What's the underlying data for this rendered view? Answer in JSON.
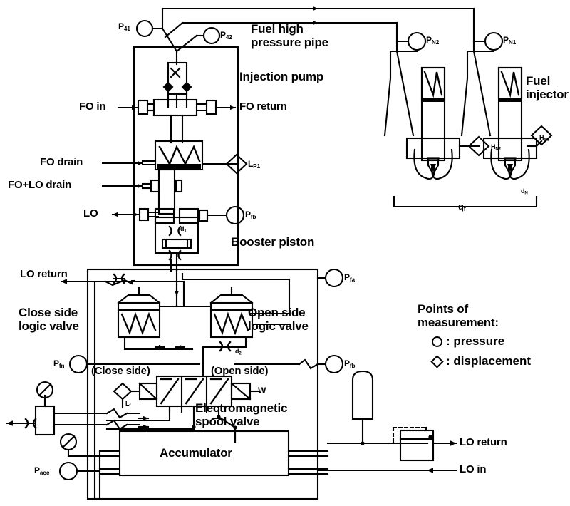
{
  "diagram": {
    "title": "Fuel injection system schematic",
    "stroke_color": "#000000",
    "background_color": "#ffffff"
  },
  "labels": {
    "fuel_high_pressure_pipe": "Fuel high\npressure pipe",
    "injection_pump": "Injection pump",
    "fuel_injector": "Fuel\ninjector",
    "booster_piston": "Booster piston",
    "close_side_logic_valve": "Close side\nlogic valve",
    "open_side_logic_valve": "Open side\nlogic valve",
    "electromagnetic_spool_valve": "Electromagnetic\nspool valve",
    "accumulator": "Accumulator",
    "close_side_port": "(Close side)",
    "open_side_port": "(Open side)"
  },
  "ports": {
    "fo_in": "FO in",
    "fo_return": "FO return",
    "fo_drain": "FO drain",
    "fo_lo_drain": "FO+LO drain",
    "lo": "LO",
    "lo_return_left": "LO return",
    "lo_return_right": "LO return",
    "lo_in": "LO in"
  },
  "measurement_points": {
    "p41": {
      "symbol": "P",
      "sub": "41",
      "type": "pressure"
    },
    "p42": {
      "symbol": "P",
      "sub": "42",
      "type": "pressure"
    },
    "pn2": {
      "symbol": "P",
      "sub": "N2",
      "type": "pressure"
    },
    "pn1": {
      "symbol": "P",
      "sub": "N1",
      "type": "pressure"
    },
    "hn2": {
      "symbol": "H",
      "sub": "N2",
      "type": "displacement"
    },
    "hn1": {
      "symbol": "H",
      "sub": "N1",
      "type": "displacement"
    },
    "lp1": {
      "symbol": "L",
      "sub": "P1",
      "type": "displacement"
    },
    "pfb_pump": {
      "symbol": "P",
      "sub": "fb",
      "type": "pressure"
    },
    "pfa": {
      "symbol": "P",
      "sub": "fa",
      "type": "pressure"
    },
    "pfb": {
      "symbol": "P",
      "sub": "fb",
      "type": "pressure"
    },
    "pfn": {
      "symbol": "P",
      "sub": "fn",
      "type": "pressure"
    },
    "lf": {
      "symbol": "L",
      "sub": "f",
      "type": "displacement"
    },
    "pacc": {
      "symbol": "P",
      "sub": "acc",
      "type": "pressure"
    }
  },
  "annotations": {
    "dn": {
      "symbol": "d",
      "sub": "N"
    },
    "qf": {
      "symbol": "q",
      "sub": "f"
    },
    "orifice_d1": {
      "symbol": "d",
      "sub": "1"
    },
    "orifice_d2": {
      "symbol": "d",
      "sub": "2"
    },
    "spool_w": "W"
  },
  "legend": {
    "title": "Points of\nmeasurement:",
    "entries": [
      {
        "glyph": "circle-icon",
        "label": ": pressure"
      },
      {
        "glyph": "diamond-icon",
        "label": ": displacement"
      }
    ]
  }
}
